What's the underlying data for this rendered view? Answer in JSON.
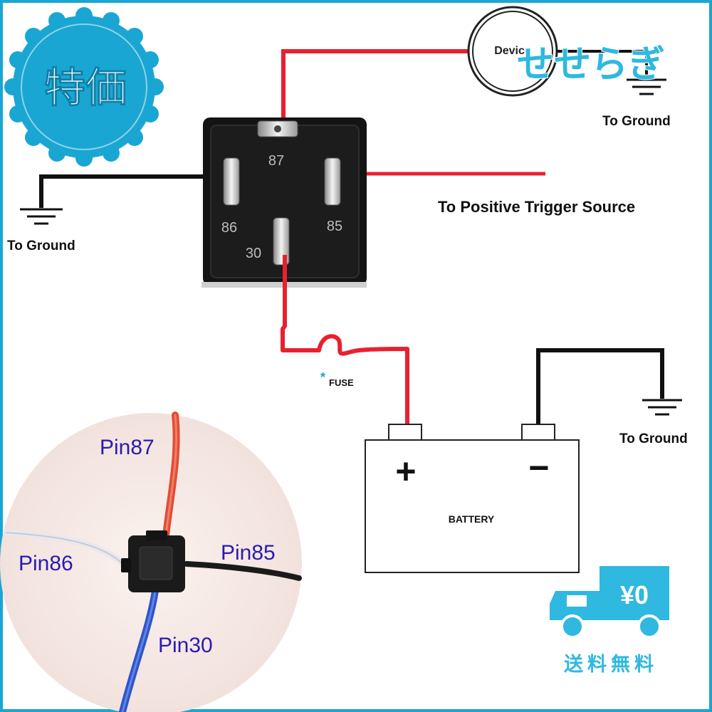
{
  "badge": {
    "text": "特価",
    "color": "#1aa6d3"
  },
  "brand": {
    "text": "せせらぎ",
    "color": "#2fb8e0"
  },
  "device": {
    "label": "Device"
  },
  "relay": {
    "pins": {
      "p87": "87",
      "p86": "86",
      "p85": "85",
      "p30": "30"
    }
  },
  "labels": {
    "ground_device": "To Ground",
    "ground_left": "To Ground",
    "ground_battery": "To Ground",
    "trigger": "To Positive Trigger Source",
    "fuse_mark": "*",
    "fuse": "FUSE"
  },
  "battery": {
    "plus": "+",
    "minus": "−",
    "label": "BATTERY"
  },
  "inset": {
    "pin87": "Pin87",
    "pin86": "Pin86",
    "pin85": "Pin85",
    "pin30": "Pin30",
    "label_color": "#2a1bb0"
  },
  "shipping": {
    "price": "¥0",
    "text": "送料無料",
    "color": "#2fb8e0"
  },
  "colors": {
    "wire_positive": "#e8202f",
    "wire_ground": "#111111",
    "relay_body": "#141414"
  }
}
